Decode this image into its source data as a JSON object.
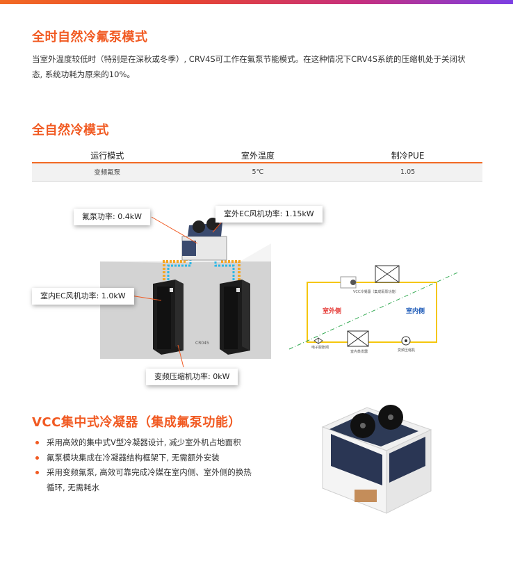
{
  "section1": {
    "title": "全时自然冷氟泵模式",
    "paragraph_line1": "当室外温度较低时（特别是在深秋或冬季）, CRV4S可工作在氟泵节能模式。在这种情况下CRV4S系统的压缩机处于关闭状",
    "paragraph_line2": "态, 系统功耗为原来的10%。"
  },
  "section2": {
    "title": "全自然冷模式",
    "table": {
      "headers": [
        "运行模式",
        "室外温度",
        "制冷PUE"
      ],
      "rows": [
        [
          "变频氟泵",
          "5℃",
          "1.05"
        ]
      ]
    }
  },
  "callouts": {
    "pump_power": "氟泵功率: 0.4kW",
    "outdoor_fan_power": "室外EC风机功率: 1.15kW",
    "indoor_fan_power": "室内EC风机功率: 1.0kW",
    "compressor_power": "变频压缩机功率: 0kW"
  },
  "unit_label": "CR045",
  "schematic": {
    "outdoor_side": "室外侧",
    "indoor_side": "室内侧",
    "condenser_label": "VCC冷凝器（集成氟泵功能）",
    "evaporator_label": "室内蒸发器",
    "compressor_label": "变频压缩机",
    "valve_label": "电子膨胀阀"
  },
  "section3": {
    "title": "VCC集中式冷凝器（集成氟泵功能）",
    "features": [
      "采用高效的集中式V型冷凝器设计, 减少室外机占地面积",
      "氟泵模块集成在冷凝器结构框架下, 无需额外安装",
      "采用变频氟泵, 高效可靠完成冷媒在室内侧、室外侧的换热",
      "循环, 无需耗水"
    ]
  },
  "colors": {
    "accent": "#f15a22",
    "pipe": "#f5c60c",
    "outdoor_text": "#e53935",
    "indoor_text": "#1e5bb8",
    "dash_line": "#2fa84f"
  }
}
